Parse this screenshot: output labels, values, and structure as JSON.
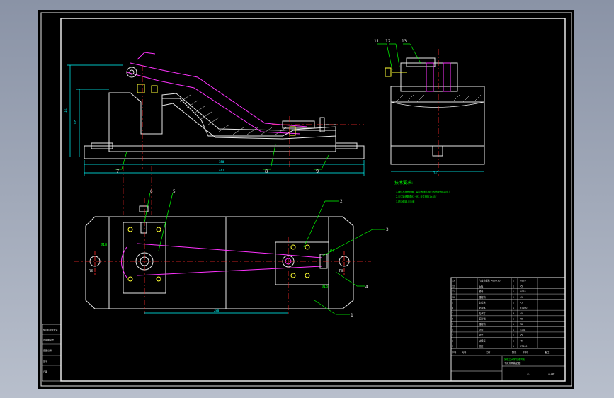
{
  "drawing": {
    "front_view": {
      "dims": {
        "overall_height": "141",
        "base_height": "105",
        "length_inner": "380",
        "length_total": "447"
      },
      "callouts": [
        "7",
        "8",
        "9"
      ]
    },
    "side_view": {
      "callouts": [
        "11",
        "12",
        "13"
      ],
      "dims": {
        "width": "247"
      }
    },
    "top_view": {
      "callouts": [
        "6",
        "5",
        "2",
        "3",
        "4",
        "1"
      ],
      "dims": {
        "center_distance": "280",
        "left_slot": "Ø18",
        "right_slot": "Ø18",
        "left_r": "R8",
        "right_r": "R8",
        "right_box": "Ø4"
      }
    },
    "tech_req": {
      "title": "技术要求:",
      "lines": [
        "1.铸件不得有砂眼、裂纹等缺陷,经时效处理消除内应力",
        "2.未注铸造圆角R2~R3,未注倒角1×45°",
        "3.锐边倒钝,去毛刺"
      ]
    },
    "bom": {
      "rows": [
        {
          "no": "13",
          "name": "六角头螺栓 M10×35",
          "qty": "1",
          "mat": "Q235"
        },
        {
          "no": "12",
          "name": "压板",
          "qty": "1",
          "mat": "45"
        },
        {
          "no": "11",
          "name": "螺母",
          "qty": "1",
          "mat": "Q235"
        },
        {
          "no": "10",
          "name": "圆柱销",
          "qty": "2",
          "mat": "45"
        },
        {
          "no": "9",
          "name": "定位块",
          "qty": "1",
          "mat": "45"
        },
        {
          "no": "8",
          "name": "夹具体",
          "qty": "1",
          "mat": "HT200"
        },
        {
          "no": "7",
          "name": "支承钉",
          "qty": "3",
          "mat": "45"
        },
        {
          "no": "6",
          "name": "菱形销",
          "qty": "1",
          "mat": "T8"
        },
        {
          "no": "5",
          "name": "圆柱销",
          "qty": "1",
          "mat": "T8"
        },
        {
          "no": "4",
          "name": "钻套",
          "qty": "1",
          "mat": "T10A"
        },
        {
          "no": "3",
          "name": "衬套",
          "qty": "1",
          "mat": "45"
        },
        {
          "no": "2",
          "name": "钻模板",
          "qty": "1",
          "mat": "45"
        },
        {
          "no": "1",
          "name": "底座",
          "qty": "1",
          "mat": "HT200"
        }
      ],
      "header": {
        "no": "序号",
        "code": "代号",
        "name": "名称",
        "qty": "数量",
        "mat": "材料",
        "note": "备注"
      }
    },
    "title_block": {
      "school": "某理工大学机械学院",
      "drawing_name": "专用夹具装配图",
      "scale": "1:1",
      "sheet": "共1张"
    },
    "left_stamp": [
      "借(通)用件登记",
      "旧底图总号",
      "底图总号",
      "签字",
      "日期"
    ]
  },
  "colors": {
    "green": "#00ff00",
    "magenta": "#ff33ff",
    "red": "#ff2a2a",
    "cyan": "#00ffff",
    "yellow": "#ffff33",
    "white": "#e8e8e8"
  }
}
